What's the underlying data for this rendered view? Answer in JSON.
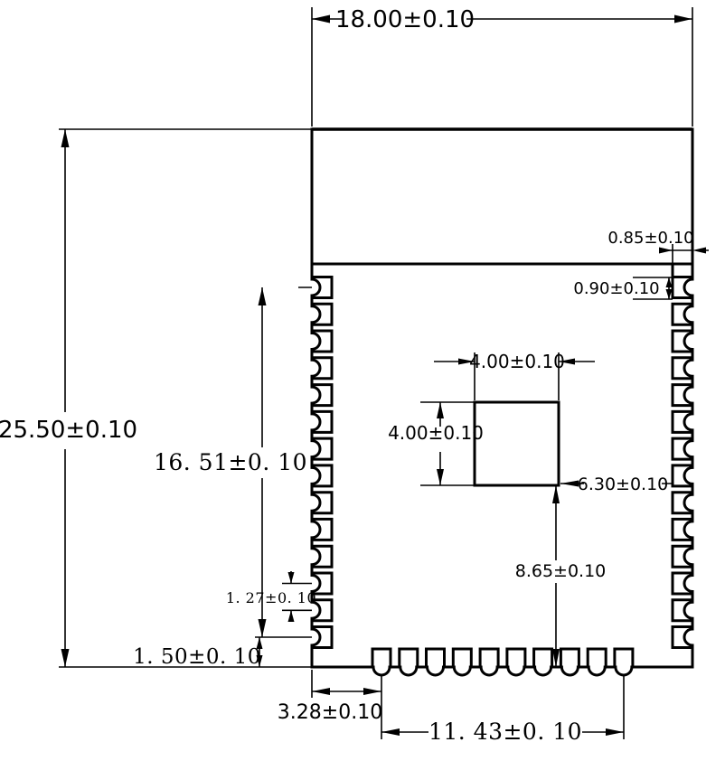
{
  "labels": {
    "body_width": "18.00±0.10",
    "body_height": "25.50±0.10",
    "side_pad_span": "16. 51±0. 10",
    "pad_pitch": "1. 27±0. 10",
    "last_pad_to_bottom": "1. 50±0. 10",
    "left_edge_to_first_bottom_pad": "3.28±0.10",
    "bottom_pad_span": "11. 43±0. 10",
    "thermal_pad_width": "4.00±0.10",
    "thermal_pad_height": "4.00±0.10",
    "thermal_pad_to_right_edge": "6.30±0.10",
    "thermal_pad_to_bottom_edge": "8.65±0.10",
    "corner_pad_width": "0.85±0.10",
    "first_pad_height": "0.90±0.10"
  },
  "module": {
    "left_pad_count": 14,
    "right_pad_count": 14,
    "bottom_pad_count": 10,
    "line_color": "#000000",
    "background_color": "#ffffff"
  }
}
